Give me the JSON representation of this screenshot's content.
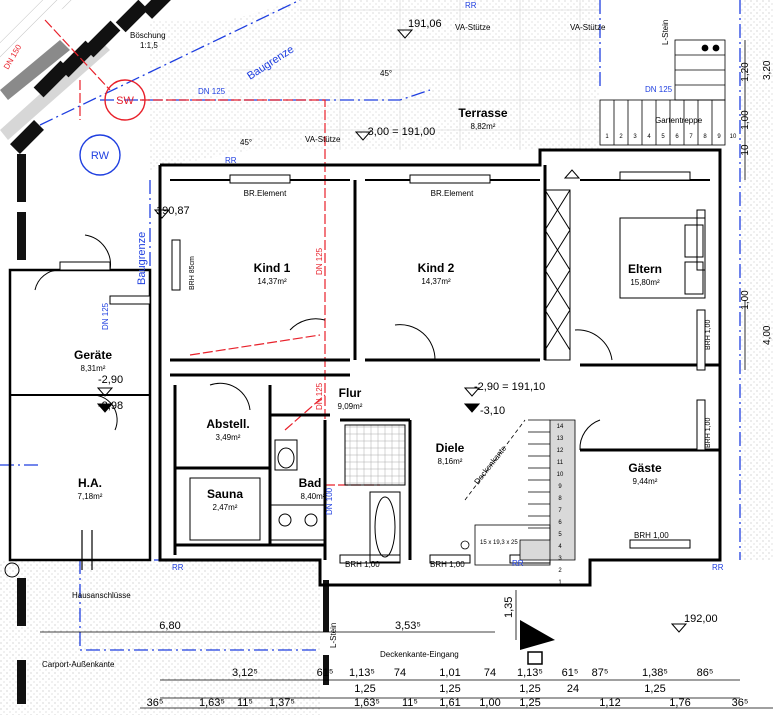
{
  "rooms": {
    "kind1": {
      "name": "Kind 1",
      "area": "14,37m²"
    },
    "kind2": {
      "name": "Kind 2",
      "area": "14,37m²"
    },
    "eltern": {
      "name": "Eltern",
      "area": "15,80m²"
    },
    "geraete": {
      "name": "Geräte",
      "area": "8,31m²"
    },
    "flur": {
      "name": "Flur",
      "area": "9,09m²"
    },
    "abstell": {
      "name": "Abstell.",
      "area": "3,49m²"
    },
    "diele": {
      "name": "Diele",
      "area": "8,16m²"
    },
    "gaeste": {
      "name": "Gäste",
      "area": "9,44m²"
    },
    "ha": {
      "name": "H.A.",
      "area": "7,18m²"
    },
    "sauna": {
      "name": "Sauna",
      "area": "2,47m²"
    },
    "bad": {
      "name": "Bad",
      "area": "8,40m²"
    },
    "terrasse": {
      "name": "Terrasse",
      "area": "8,82m²"
    }
  },
  "labels": {
    "boeschung": "Böschung",
    "boeschung_ratio": "1:1,5",
    "baugrenze": "Baugrenze",
    "sw": "SW",
    "rw": "RW",
    "dn125": "DN 125",
    "dn100": "DN 100",
    "dn150": "DN 150",
    "rr": "RR",
    "va_stuetze": "VA-Stütze",
    "l_stein": "L-Stein",
    "gartentreppe": "Gartentreppe",
    "br_element": "BR.Element",
    "brh85": "BRH 85cm",
    "brh100": "BRH 1,00",
    "deckenkante": "Deckenkante",
    "deckenkante_eingang": "Deckenkante-Eingang",
    "hausanschluesse": "Hausanschlüsse",
    "carport": "Carport-Außenkante",
    "stair_dim": "15 x 19,3 x 25",
    "deg45": "45°"
  },
  "levels": {
    "lvl_19106": "191,06",
    "lvl_terrasse": "-3,00 = 191,00",
    "lvl_19087": "190,87",
    "lvl_290a": "-2,90",
    "lvl_298": "-2,98",
    "lvl_diele": "-2,90 = 191,10",
    "lvl_310": "-3,10",
    "lvl_19200": "192,00"
  },
  "dimensions": {
    "d680": "6,80",
    "d353": "3,53⁵",
    "d135": "1,35",
    "row1": [
      "3,12⁵",
      "61⁵",
      "1,13⁵",
      "74",
      "1,01",
      "74",
      "1,13⁵",
      "61⁵",
      "87⁵",
      "1,38⁵",
      "86⁵"
    ],
    "row2": [
      "1,25",
      "1,25",
      "1,25",
      "24",
      "1,25"
    ],
    "row3": [
      "36⁵",
      "1,63⁵",
      "11⁵",
      "1,37⁵",
      "1,63⁵",
      "11⁵",
      "1,61",
      "1,00",
      "1,25",
      "1,12",
      "1,76",
      "36⁵"
    ],
    "right": [
      "1,20",
      "1,00",
      "10",
      "1,00"
    ],
    "right_top": "3,20",
    "right_mid": "4,00"
  },
  "stairs": {
    "main_steps": [
      "14",
      "13",
      "12",
      "11",
      "10",
      "9",
      "8",
      "7",
      "6",
      "5",
      "4",
      "3",
      "2",
      "1"
    ],
    "garden_steps": [
      "1",
      "2",
      "3",
      "4",
      "5",
      "6",
      "7",
      "8",
      "9",
      "10"
    ]
  },
  "colors": {
    "wall": "#000000",
    "sewer": "#e8202a",
    "boundary": "#1f3fe0",
    "hatch": "#9a9a9a"
  }
}
